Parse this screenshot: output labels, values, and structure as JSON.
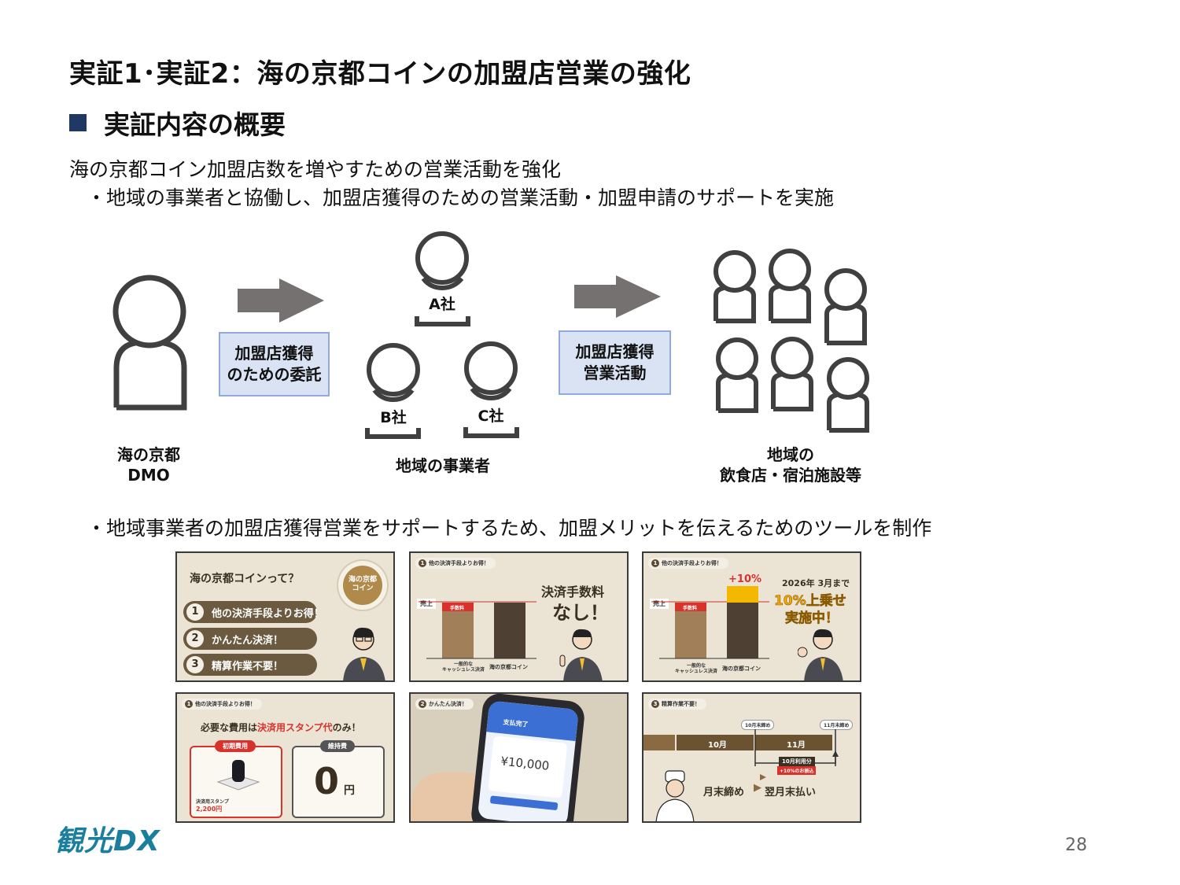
{
  "title": "実証1･実証2：海の京都コインの加盟店営業の強化",
  "section": "実証内容の概要",
  "intro": {
    "line1": "海の京都コイン加盟店数を増やすための営業活動を強化",
    "bullet1": "・地域の事業者と協働し、加盟店獲得のための営業活動・加盟申請のサポートを実施",
    "bullet2": "・地域事業者の加盟店獲得営業をサポートするため、加盟メリットを伝えるためのツールを制作"
  },
  "diagram": {
    "dmo_label_1": "海の京都",
    "dmo_label_2": "DMO",
    "box1_line1": "加盟店獲得",
    "box1_line2": "のための委託",
    "box2_line1": "加盟店獲得",
    "box2_line2": "営業活動",
    "company_a": "A社",
    "company_b": "B社",
    "company_c": "C社",
    "operators_label": "地域の事業者",
    "shops_label_1": "地域の",
    "shops_label_2": "飲食店・宿泊施設等",
    "colors": {
      "arrow": "#767171",
      "box_fill": "#dae3f3",
      "box_border": "#8faadc",
      "person": "#404040"
    }
  },
  "slides": {
    "s1": {
      "heading": "海の京都コインって？",
      "badge_line1": "海の京都",
      "badge_line2": "コイン",
      "items": [
        {
          "num": "1",
          "text": "他の決済手段よりお得！"
        },
        {
          "num": "2",
          "text": "かんたん決済！"
        },
        {
          "num": "3",
          "text": "精算作業不要！"
        }
      ]
    },
    "s2": {
      "tag_num": "1",
      "tag": "他の決済手段よりお得！",
      "y_label": "売上",
      "fee_label": "手数料",
      "x1_line1": "一般的な",
      "x1_line2": "キャッシュレス決済",
      "x2": "海の京都コイン",
      "headline1": "決済手数料",
      "headline2": "なし！"
    },
    "s3": {
      "tag_num": "1",
      "tag": "他の決済手段よりお得！",
      "y_label": "売上",
      "fee_label": "手数料",
      "bonus": "+10%",
      "x1_line1": "一般的な",
      "x1_line2": "キャッシュレス決済",
      "x2": "海の京都コイン",
      "promo1": "2026年 3月まで",
      "promo2": "10%上乗せ",
      "promo3": "実施中！"
    },
    "s4": {
      "tag_num": "1",
      "tag": "他の決済手段よりお得！",
      "headline_pre": "必要な費用は",
      "headline_em": "決済用スタンプ代",
      "headline_post": "のみ！",
      "initial_cost": "初期費用",
      "maintenance": "維持費",
      "stamp_name": "決済用スタンプ",
      "stamp_price": "2,200円",
      "zero": "0",
      "yen": "円"
    },
    "s5": {
      "tag_num": "2",
      "tag": "かんたん決済！",
      "phone_status": "支払完了",
      "amount": "¥10,000"
    },
    "s6": {
      "tag_num": "3",
      "tag": "精算作業不要！",
      "oct_close": "10月末締め",
      "nov_close": "11月末締め",
      "oct": "10月",
      "nov": "11月",
      "oct_usage": "10月利用分",
      "oct_bonus": "+10%のお振込",
      "footer_a": "月末締め",
      "footer_b": "翌月末払い"
    }
  },
  "page_number": "28",
  "logo_text": "観光DX"
}
